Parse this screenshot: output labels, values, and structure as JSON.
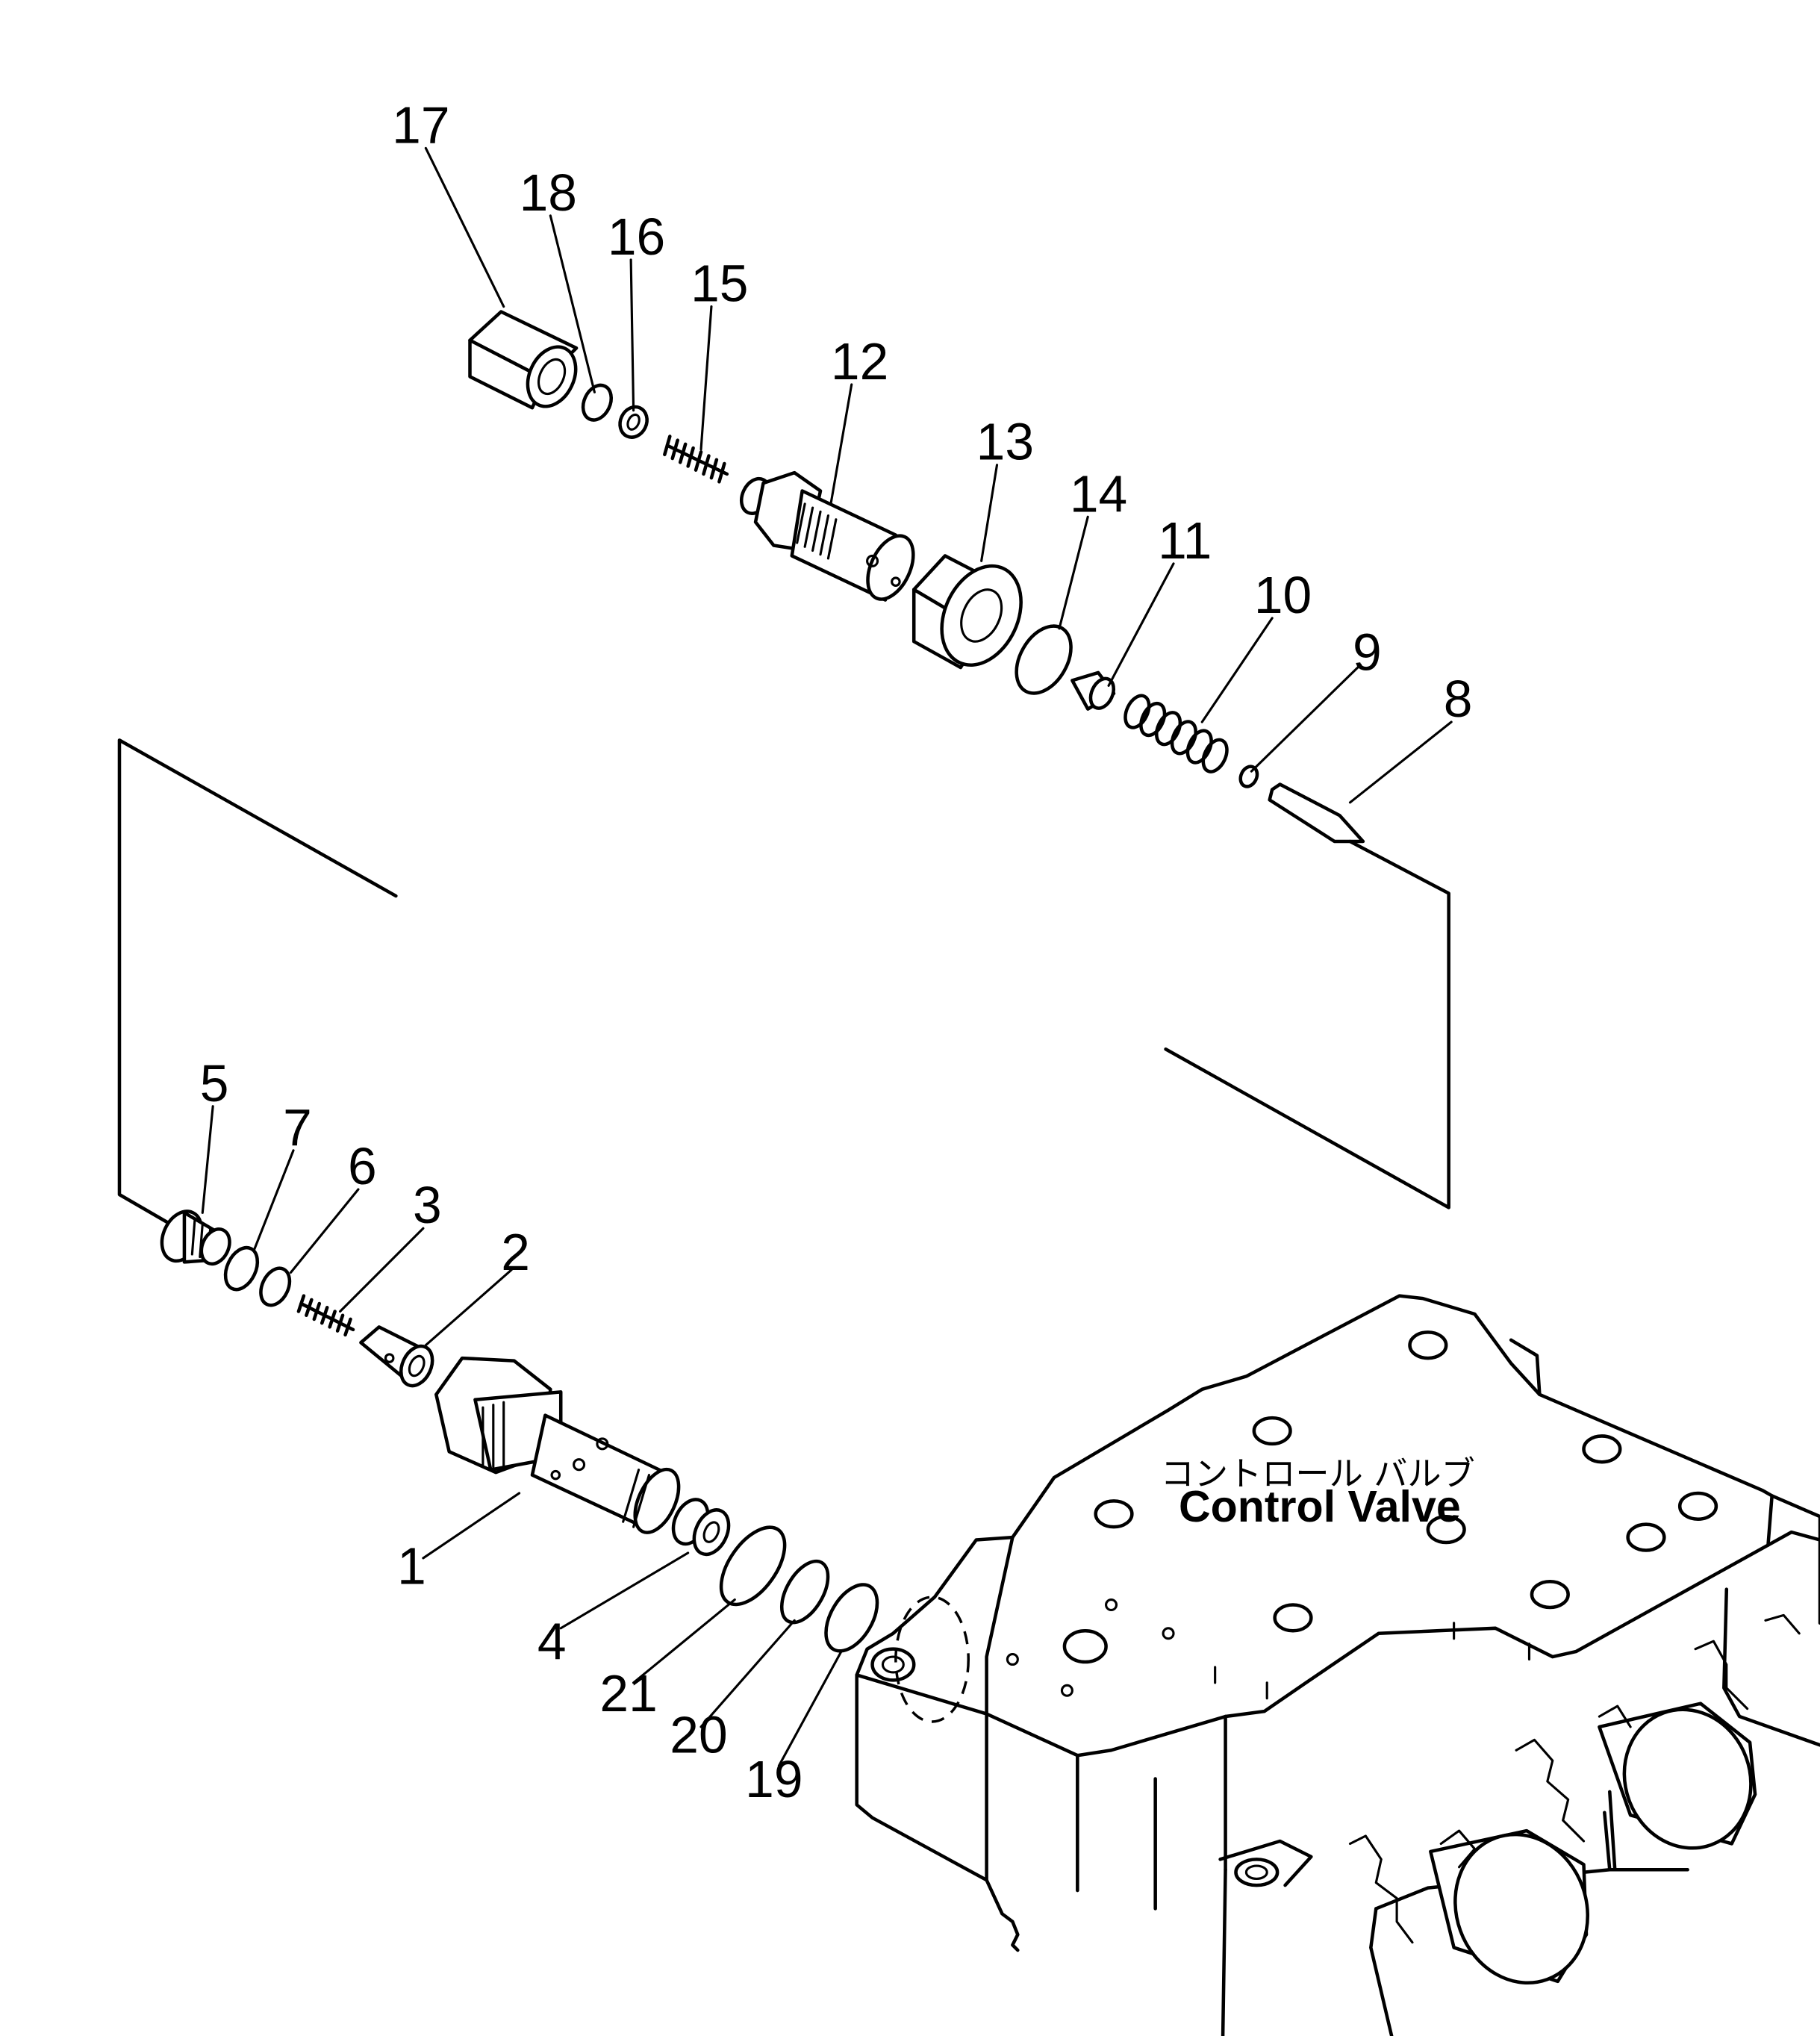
{
  "diagram": {
    "type": "exploded-parts-view",
    "component_label_jp": "コントロール バルブ",
    "component_label_en": "Control Valve",
    "callouts": [
      "1",
      "2",
      "3",
      "4",
      "5",
      "6",
      "7",
      "8",
      "9",
      "10",
      "11",
      "12",
      "13",
      "14",
      "15",
      "16",
      "17",
      "18",
      "19",
      "20",
      "21"
    ]
  }
}
